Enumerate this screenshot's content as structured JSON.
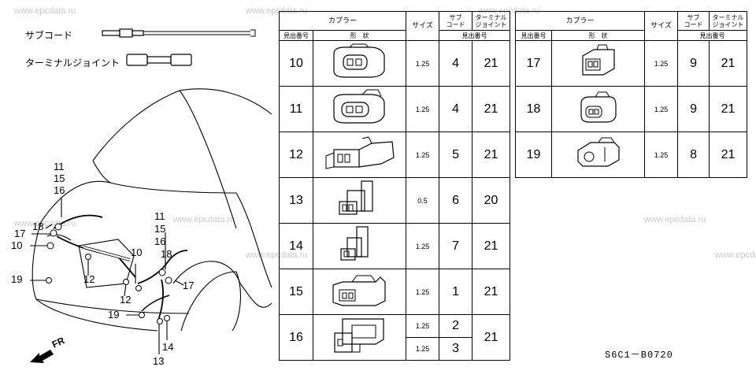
{
  "watermark": "www.epcdata.ru",
  "legend": {
    "sub_cord": "サブコード",
    "terminal_joint": "ターミナルジョイント"
  },
  "direction_label": "FR",
  "callouts": {
    "left_stack": [
      "11",
      "15",
      "16"
    ],
    "center_stack": [
      "11",
      "15",
      "16"
    ],
    "l18": "18",
    "l17": "17",
    "l10": "10",
    "l19": "19",
    "l12a": "12",
    "l12b": "12",
    "c10": "10",
    "c18": "18",
    "c17": "17",
    "c19": "19",
    "c14": "14",
    "c13": "13"
  },
  "table_headers": {
    "coupler": "カプラー",
    "size": "サイズ",
    "sub_cord": [
      "サブ",
      "コード"
    ],
    "terminal_joint": [
      "ターミナル",
      "ジョイント"
    ],
    "index_no": "見出番号",
    "shape": "形　状",
    "index_no2": "見出番号"
  },
  "table_left": [
    {
      "id": "10",
      "size": "1.25",
      "sub": "4",
      "tj": "21"
    },
    {
      "id": "11",
      "size": "1.25",
      "sub": "4",
      "tj": "21"
    },
    {
      "id": "12",
      "size": "1.25",
      "sub": "5",
      "tj": "21"
    },
    {
      "id": "13",
      "size": "0.5",
      "sub": "6",
      "tj": "20"
    },
    {
      "id": "14",
      "size": "1.25",
      "sub": "7",
      "tj": "21"
    },
    {
      "id": "15",
      "size": "1.25",
      "sub": "1",
      "tj": "21"
    }
  ],
  "row16": {
    "id": "16",
    "size_a": "1.25",
    "sub_a": "2",
    "size_b": "1.25",
    "sub_b": "3",
    "tj": "21"
  },
  "table_right": [
    {
      "id": "17",
      "size": "1.25",
      "sub": "9",
      "tj": "21"
    },
    {
      "id": "18",
      "size": "1.25",
      "sub": "9",
      "tj": "21"
    },
    {
      "id": "19",
      "size": "1.25",
      "sub": "8",
      "tj": "21"
    }
  ],
  "diagram_code": "S6C1－B0720"
}
